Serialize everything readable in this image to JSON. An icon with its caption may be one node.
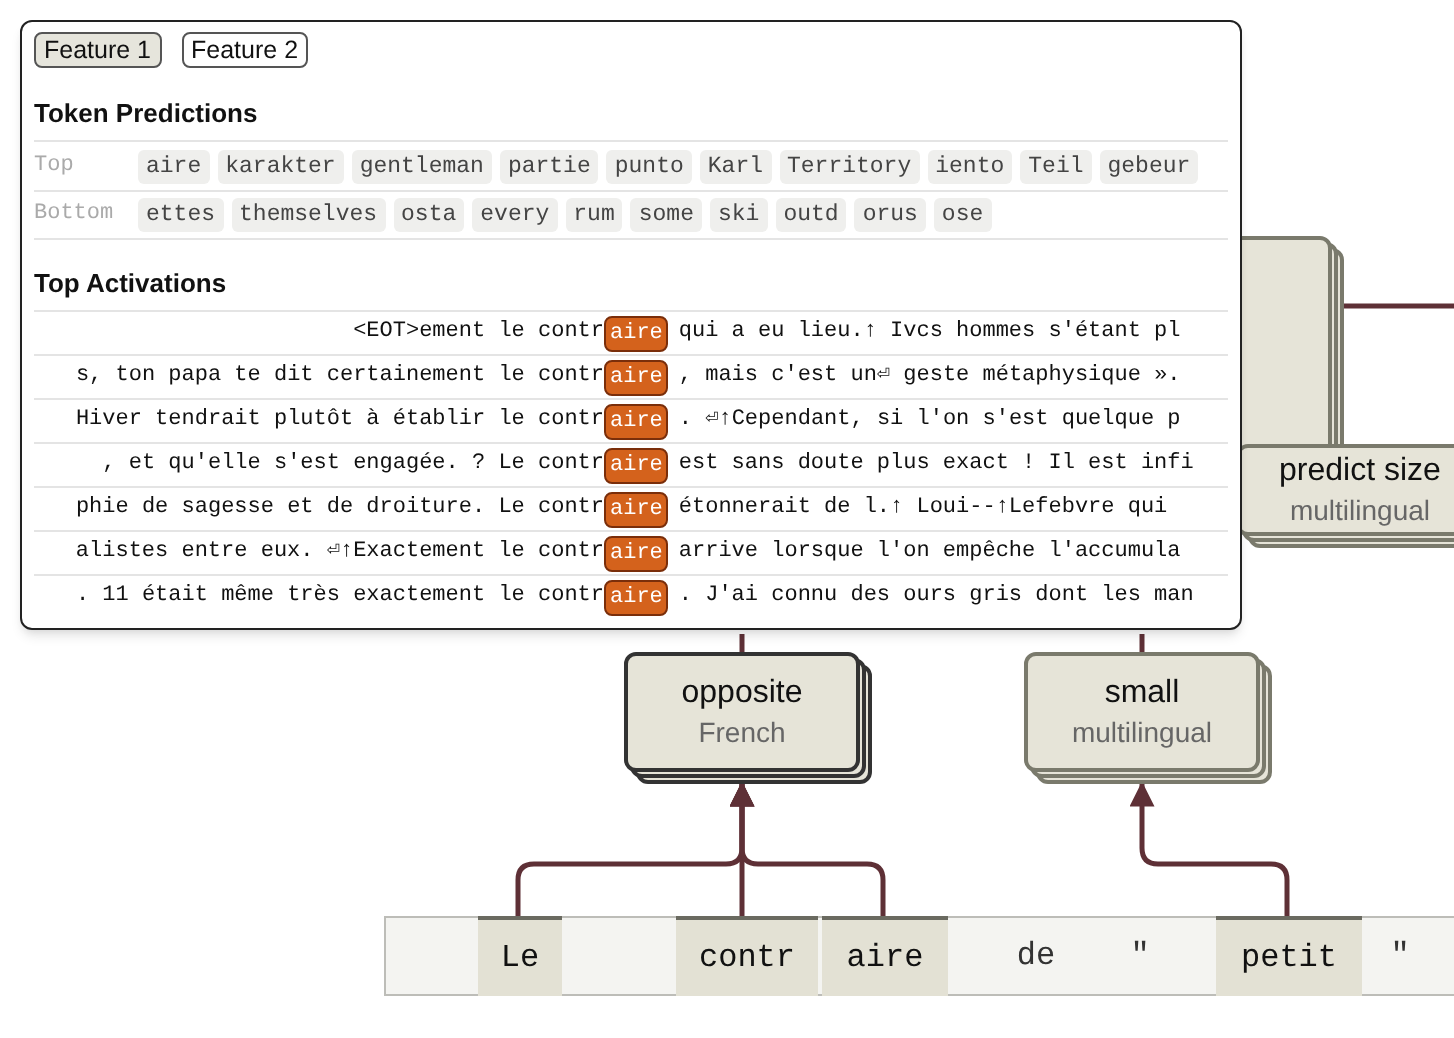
{
  "diagram": {
    "nodes": [
      {
        "text": [],
        "shape": "box"
      },
      {
        "text": [
          "predict size",
          "multilingual"
        ]
      },
      {
        "text": [
          "opposite",
          "French"
        ]
      },
      {
        "text": [
          "small",
          "multilingual"
        ]
      },
      {
        "text": [],
        "shape": "bar"
      },
      {
        "text": [
          "Le"
        ],
        "in": 4
      },
      {
        "text": [
          "contr"
        ],
        "in": 4
      },
      {
        "text": [
          "aire"
        ],
        "in": 4
      },
      {
        "text": [
          "de"
        ],
        "in": 4
      },
      {
        "text": [
          "\""
        ],
        "in": 4
      },
      {
        "text": [
          "petit"
        ],
        "in": 4
      },
      {
        "text": [
          "\""
        ],
        "in": 4
      }
    ],
    "edges": [
      {
        "from": 5,
        "to": 2,
        "arrow": "to"
      },
      {
        "from": 6,
        "to": 2,
        "arrow": "to"
      },
      {
        "from": 7,
        "to": 2,
        "arrow": "to"
      },
      {
        "from": 10,
        "to": 3,
        "arrow": "to"
      },
      {
        "from": 2,
        "to": null,
        "arrow": "none"
      },
      {
        "from": 3,
        "to": null,
        "arrow": "none"
      },
      {
        "from": 0,
        "to": null,
        "arrow": "none"
      }
    ],
    "labels": [
      "Feature 1",
      "Feature 2",
      "Token Predictions",
      "Top",
      "aire",
      "karakter",
      "gentleman",
      "partie",
      "punto",
      "Karl",
      "Territory",
      "iento",
      "Teil",
      "gebeur",
      "Bottom",
      "ettes",
      "themselves",
      "osta",
      "every",
      "rum",
      "some",
      "ski",
      "outd",
      "orus",
      "ose",
      "Top Activations",
      "<EOT>ement le contr",
      "aire",
      "qui a eu lieu.↑ Ivcs hommes s'étant pl",
      "s, ton papa te dit certainement le contr",
      "aire",
      ", mais c'est un⏎ geste métaphysique ».",
      "Hiver tendrait plutôt à établir le contr",
      "aire",
      ". ⏎↑Cependant, si l'on s'est quelque p",
      ", et qu'elle s'est engagée. ? Le contr",
      "aire",
      "est sans doute plus exact ! Il est infi",
      "phie de sagesse et de droiture. Le contr",
      "aire",
      "étonnerait de l.↑ Loui--↑Lefebvre qui",
      "alistes entre eux. ⏎↑Exactement le contr",
      "aire",
      "arrive lorsque l'on empêche l'accumula",
      ". 11 était même très exactement le contr",
      "aire",
      ". J'ai connu des ours gris dont les man"
    ]
  }
}
